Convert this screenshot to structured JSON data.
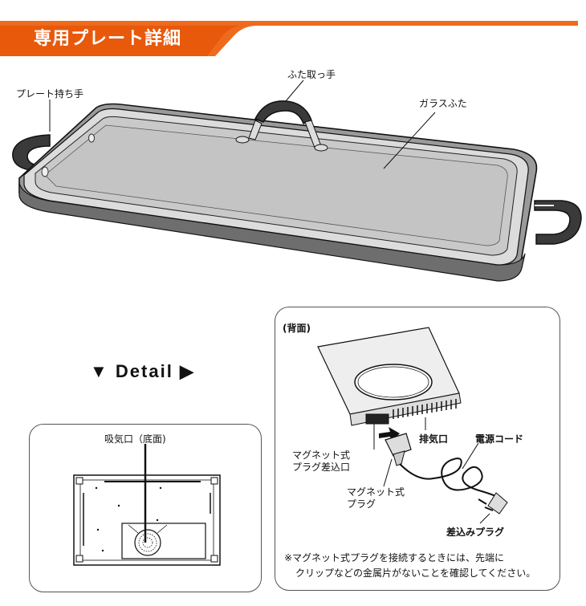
{
  "header": {
    "title": "専用プレート詳細",
    "color": "#ee6a1c"
  },
  "plate_labels": {
    "lid_handle": "ふた取っ手",
    "plate_handle": "プレート持ち手",
    "glass_lid": "ガラスふた"
  },
  "detail": {
    "label": "Detail"
  },
  "bottom_view": {
    "intake_label": "吸気口（底面)"
  },
  "back_view": {
    "title": "(背面)",
    "connector_label_line1": "マグネット式",
    "connector_label_line2": "プラグ差込口",
    "exhaust_label": "排気口",
    "cord_label": "電源コード",
    "plug_label_line1": "マグネット式",
    "plug_label_line2": "プラグ",
    "power_plug_label": "差込みプラグ",
    "note_line1": "※マグネット式プラグを接続するときには、先端に",
    "note_line2": "クリップなどの金属片がないことを確認してください。"
  }
}
